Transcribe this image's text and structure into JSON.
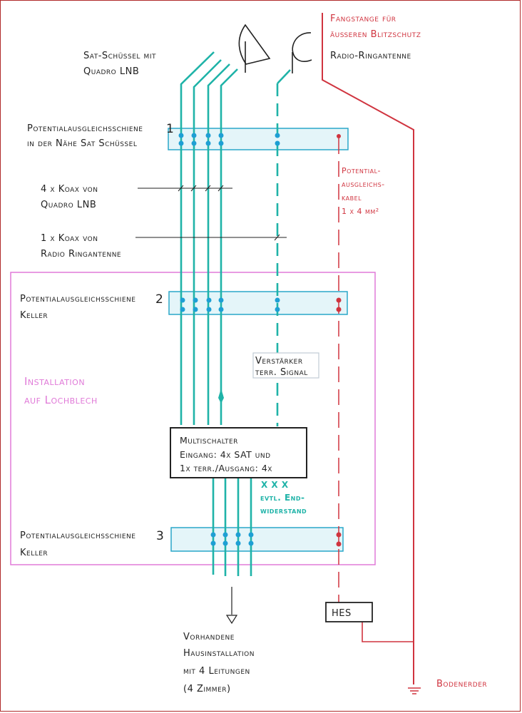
{
  "title": "Potentialausgleich SAT-Anlage",
  "colors": {
    "teal": "#1fb3a8",
    "rail_blue": "#2aa7c9",
    "rail_fill": "#e4f5f9",
    "red": "#d0343f",
    "pink": "#e07ad8",
    "ink": "#222222",
    "dot_blue": "#1e9fd4"
  },
  "labels": {
    "fangstange_line1": "Fangstange für",
    "fangstange_line2": "äußeren Blitzschutz",
    "radio_antenne": "Radio-Ringantenne",
    "sat_line1": "Sat-Schüssel mit",
    "sat_line2": "Quadro LNB",
    "pas1_line1": "Potentialausgleichsschiene",
    "pas1_num": "1",
    "pas1_line2": "in der Nähe Sat Schüssel",
    "pak_line1": "Potential-",
    "pak_line2": "ausgleichs-",
    "pak_line3": "kabel",
    "pak_line4": "1 x 4 mm²",
    "koax4_line1": "4 x Koax von",
    "koax4_line2": "Quadro LNB",
    "koax1_line1": "1 x Koax von",
    "koax1_line2": "Radio Ringantenne",
    "pas2_line1": "Potentialausgleichsschiene",
    "pas2_num": "2",
    "pas2_line2": "Keller",
    "verstaerker_line1": "Verstärker",
    "verstaerker_line2": "terr. Signal",
    "install_line1": "Installation",
    "install_line2": "auf Lochblech",
    "multi_line1": "Multischalter",
    "multi_line2": "Eingang: 4x SAT und",
    "multi_line3": "1x terr./Ausgang: 4x",
    "end_marks": "X X X",
    "end_line1": "evtl. End-",
    "end_line2": "widerstand",
    "pas3_line1": "Potentialausgleichsschiene",
    "pas3_num": "3",
    "pas3_line2": "Keller",
    "haus_line1": "Vorhandene",
    "haus_line2": "Hausinstallation",
    "haus_line3": "mit 4 Leitungen",
    "haus_line4": "(4 Zimmer)",
    "hes": "HES",
    "bodenerder": "Bodenerder"
  }
}
